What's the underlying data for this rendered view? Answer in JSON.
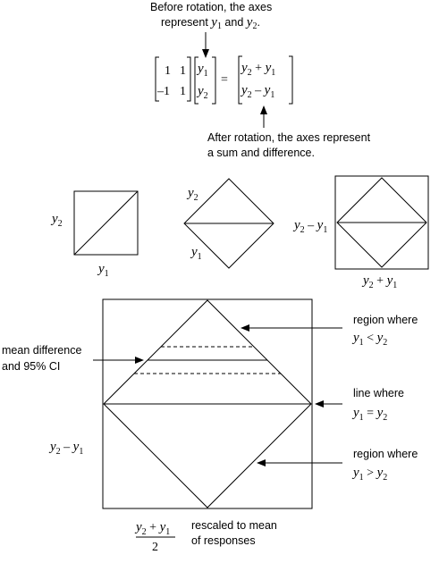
{
  "top_note": {
    "line1": "Before rotation, the axes",
    "line2_prefix": "represent ",
    "line2_y1": "y",
    "line2_sub1": "1",
    "line2_and": " and ",
    "line2_y2": "y",
    "line2_sub2": "2",
    "line2_end": "."
  },
  "matrix": {
    "a": "1",
    "b": "1",
    "c": "–1",
    "d": "1",
    "vec_top_var": "y",
    "vec_top_sub": "1",
    "vec_bot_var": "y",
    "vec_bot_sub": "2",
    "equals": "=",
    "res_top": {
      "v1": "y",
      "s1": "2",
      "op": " + ",
      "v2": "y",
      "s2": "1"
    },
    "res_bot": {
      "v1": "y",
      "s1": "2",
      "op": " – ",
      "v2": "y",
      "s2": "1"
    }
  },
  "bottom_note": {
    "line1": "After rotation, the axes represent",
    "line2": "a sum and difference."
  },
  "panel1": {
    "ylabel": {
      "v": "y",
      "s": "2"
    },
    "xlabel": {
      "v": "y",
      "s": "1"
    }
  },
  "panel2": {
    "top_label": {
      "v": "y",
      "s": "2"
    },
    "bottom_label": {
      "v": "y",
      "s": "1"
    }
  },
  "panel3": {
    "ylabel": {
      "v1": "y",
      "s1": "2",
      "op": " – ",
      "v2": "y",
      "s2": "1"
    },
    "xlabel": {
      "v1": "y",
      "s1": "2",
      "op": " + ",
      "v2": "y",
      "s2": "1"
    }
  },
  "big": {
    "left_label": {
      "line1": "mean difference",
      "line2": "and 95% CI"
    },
    "region_top": {
      "line1": "region where",
      "v1": "y",
      "s1": "1",
      "op": " < ",
      "v2": "y",
      "s2": "2"
    },
    "line_where": {
      "line1": "line where",
      "v1": "y",
      "s1": "1",
      "op": " = ",
      "v2": "y",
      "s2": "2"
    },
    "region_bottom": {
      "line1": "region where",
      "v1": "y",
      "s1": "1",
      "op": " > ",
      "v2": "y",
      "s2": "2"
    },
    "ylabel": {
      "v1": "y",
      "s1": "2",
      "op": " – ",
      "v2": "y",
      "s2": "1"
    },
    "xfrac_num": {
      "v1": "y",
      "s1": "2",
      "op": " + ",
      "v2": "y",
      "s2": "1"
    },
    "xfrac_den": "2",
    "rescaled": {
      "line1": "rescaled to mean",
      "line2": "of responses"
    }
  }
}
